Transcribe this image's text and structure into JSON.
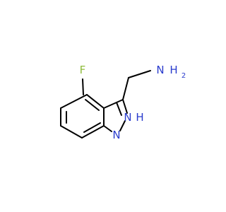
{
  "molecule": {
    "atoms": {
      "fluorine": {
        "symbol": "F",
        "color": "#8fbc3c"
      },
      "amine_n": {
        "symbol": "N",
        "color": "#2a3ccd"
      },
      "amine_h2": {
        "symbol": "H",
        "subscript": "2",
        "color": "#2a3ccd"
      },
      "ring_nh_n": {
        "symbol": "N",
        "color": "#2a3ccd"
      },
      "ring_nh_h": {
        "symbol": "H",
        "color": "#2a3ccd"
      },
      "ring_n": {
        "symbol": "N",
        "color": "#2a3ccd"
      }
    },
    "bond_color": "#000000"
  }
}
